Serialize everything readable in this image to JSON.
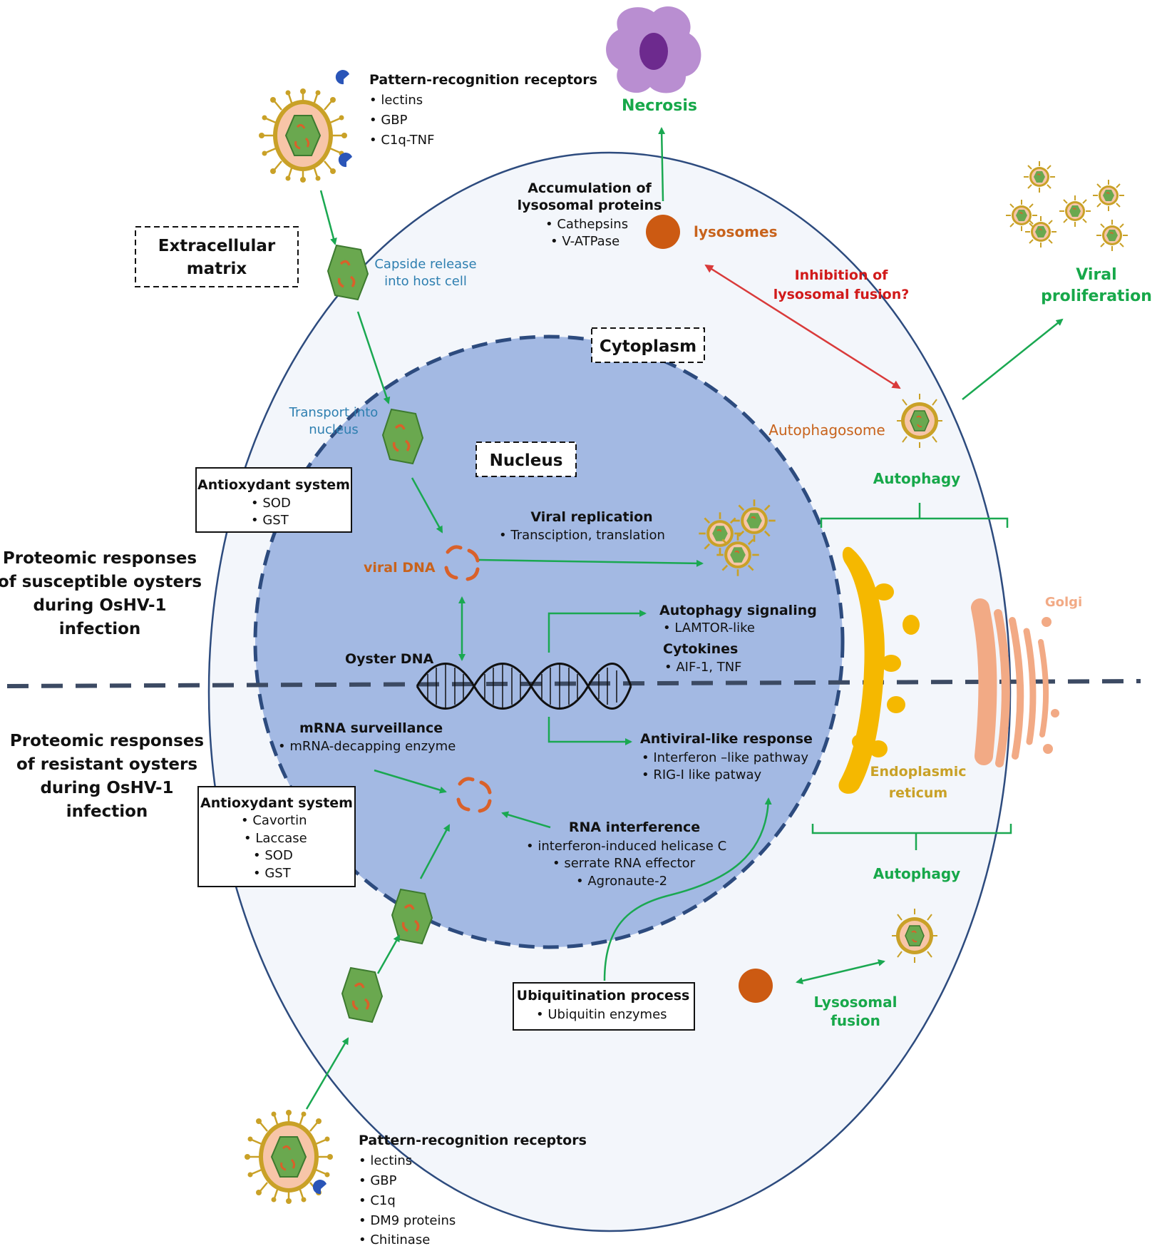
{
  "top_prr": {
    "title": "Pattern-recognition receptors",
    "items": [
      "lectins",
      "GBP",
      "C1q-TNF"
    ]
  },
  "extracellular_matrix": [
    "Extracellular",
    "matrix"
  ],
  "capsid_release": [
    "Capside release",
    "into host cell"
  ],
  "transport": [
    "Transport into",
    "nucleus"
  ],
  "cytoplasm": "Cytoplasm",
  "nucleus": "Nucleus",
  "necrosis": "Necrosis",
  "lysosomal_accumulation": {
    "title": [
      "Accumulation of",
      "lysosomal proteins"
    ],
    "items": [
      "Cathepsins",
      "V-ATPase"
    ]
  },
  "lysosomes": "lysosomes",
  "inhibition": [
    "Inhibition of",
    "lysosomal fusion?"
  ],
  "viral_proliferation": [
    "Viral",
    "proliferation"
  ],
  "autophagosome": "Autophagosome",
  "autophagy_top": "Autophagy",
  "autophagy_bottom": "Autophagy",
  "golgi": "Golgi",
  "er": [
    "Endoplasmic",
    "reticum"
  ],
  "lysosomal_fusion": [
    "Lysosomal",
    "fusion"
  ],
  "antioxidant_top": {
    "title": "Antioxydant system",
    "items": [
      "SOD",
      "GST"
    ]
  },
  "antioxidant_bottom": {
    "title": "Antioxydant system",
    "items": [
      "Cavortin",
      "Laccase",
      "SOD",
      "GST"
    ]
  },
  "susceptible": [
    "Proteomic responses",
    "of susceptible oysters",
    "during OsHV-1",
    "infection"
  ],
  "resistant": [
    "Proteomic responses",
    "of resistant oysters",
    "during OsHV-1",
    "infection"
  ],
  "viral_replication": {
    "title": "Viral replication",
    "items": [
      "Transciption, translation"
    ]
  },
  "viral_dna": "viral DNA",
  "oyster_dna": "Oyster DNA",
  "autophagy_signaling": {
    "title": "Autophagy signaling",
    "items": [
      "LAMTOR-like"
    ]
  },
  "cytokines": {
    "title": "Cytokines",
    "items": [
      "AIF-1, TNF"
    ]
  },
  "mrna_surveillance": {
    "title": "mRNA surveillance",
    "items": [
      "mRNA-decapping enzyme"
    ]
  },
  "antiviral": {
    "title": "Antiviral-like response",
    "items": [
      "Interferon –like pathway",
      "RIG-I like patway"
    ]
  },
  "rna_interference": {
    "title": "RNA interference",
    "items": [
      "interferon-induced helicase C",
      "serrate RNA effector",
      "Agronaute-2"
    ]
  },
  "ubiquitination": {
    "title": "Ubiquitination process",
    "items": [
      "Ubiquitin enzymes"
    ]
  },
  "bottom_prr": {
    "title": "Pattern-recognition receptors",
    "items": [
      "lectins",
      "GBP",
      "C1q",
      "DM9 proteins",
      "Chitinase"
    ]
  },
  "colors": {
    "cell": "#f3f6fb",
    "nucleus": "#a3b9e3",
    "nucleus_border": "#2d4b7e",
    "capsid": "#6aa84f",
    "dna_fragment": "#d9612a",
    "arrow": "#1aa851",
    "inhibition_arrow": "#d93a3a",
    "lysosome": "#cc5a12",
    "er": "#f5b800",
    "golgi": "#f2aa85",
    "label_green": "#17a84a",
    "label_blue": "#2e7fb0",
    "label_orange": "#c8631c",
    "label_red": "#d11a1a"
  }
}
